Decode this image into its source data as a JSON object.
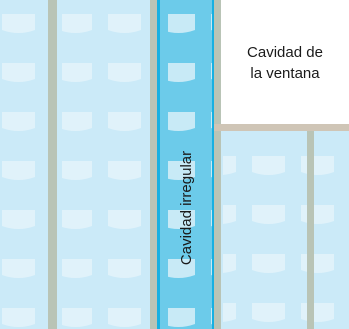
{
  "labels": {
    "window_cavity_line1": "Cavidad de",
    "window_cavity_line2": "la ventana",
    "irregular_cavity": "Cavidad irregular"
  },
  "colors": {
    "panel_light": "#cbeaf8",
    "panel_highlight": "#17b0e2",
    "panel_highlight_fill": "#6ccbea",
    "pattern": "#e4f4fb",
    "frame": "#b9c4b6",
    "ledge": "#cfc5b6",
    "background": "#ffffff"
  }
}
